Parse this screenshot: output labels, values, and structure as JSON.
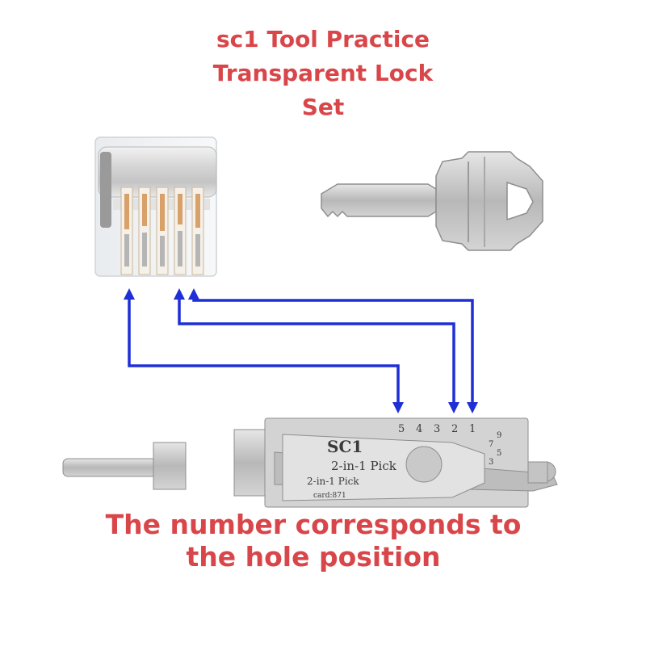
{
  "title": {
    "line1": "sc1 Tool Practice",
    "line2": "Transparent Lock",
    "line3": "Set"
  },
  "caption": {
    "line1": "The number corresponds to",
    "line2": "the hole position"
  },
  "pick": {
    "name": "SC1",
    "subtitle": "2-in-1 Pick",
    "subtitle_lower": "2-in-1 Pick",
    "card_text": "card:871",
    "hole_numbers": [
      "5",
      "4",
      "3",
      "2",
      "1"
    ],
    "depth_marks": [
      "9",
      "7",
      "5",
      "3"
    ]
  },
  "colors": {
    "text_red": "#d9464a",
    "arrow_blue": "#1f2fd6",
    "metal": "#c8c8c8"
  }
}
